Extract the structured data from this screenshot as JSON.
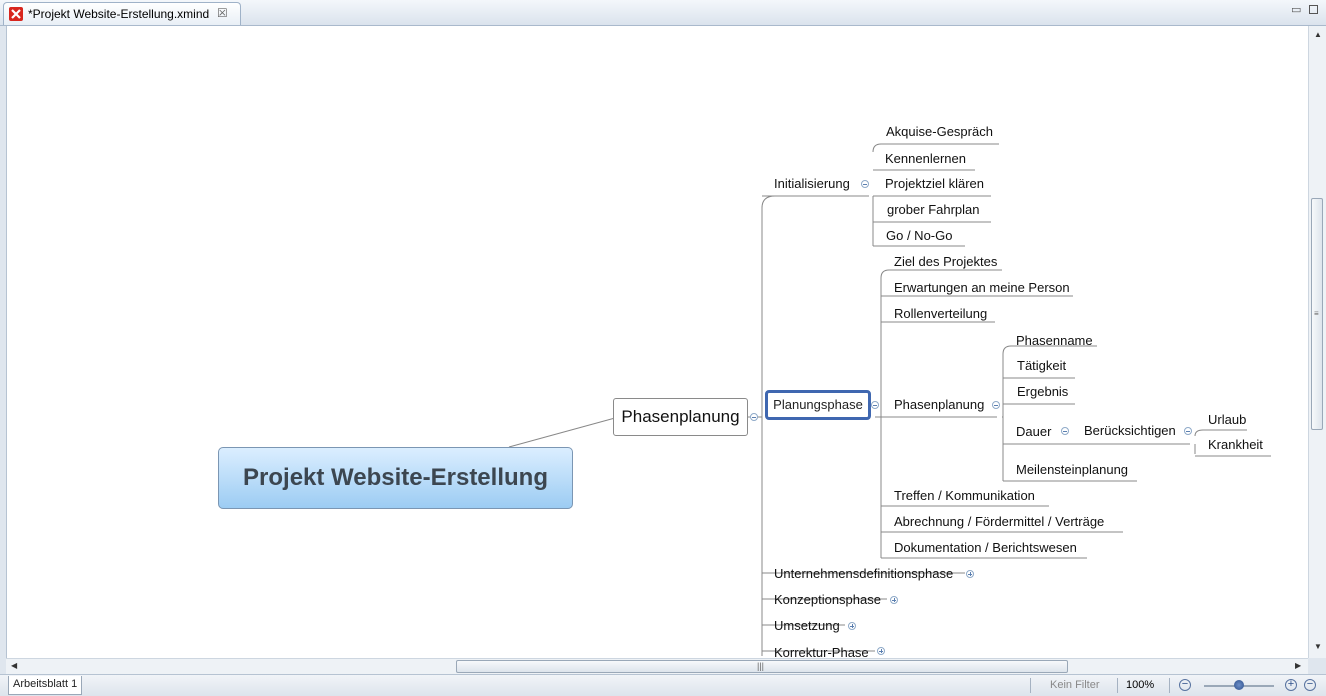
{
  "tab": {
    "title": "*Projekt Website-Erstellung.xmind",
    "close_glyph": "☒"
  },
  "window": {
    "minimize_glyph": "▭"
  },
  "mindmap": {
    "central": "Projekt Website-Erstellung",
    "main": "Phasenplanung",
    "phases": {
      "initialisierung": "Initialisierung",
      "planungsphase": "Planungsphase",
      "unternehmensdefinition": "Unternehmensdefinitionsphase",
      "konzeption": "Konzeptionsphase",
      "umsetzung": "Umsetzung",
      "korrektur": "Korrektur-Phase"
    },
    "initialisierung_items": [
      "Akquise-Gespräch",
      "Kennenlernen",
      "Projektziel klären",
      "grober Fahrplan",
      "Go / No-Go"
    ],
    "planung_items": {
      "ziel": "Ziel des Projektes",
      "erwartungen": "Erwartungen an meine Person",
      "rollen": "Rollenverteilung",
      "phasenplanung": "Phasenplanung",
      "treffen": "Treffen / Kommunikation",
      "abrechnung": "Abrechnung / Fördermittel / Verträge",
      "dokumentation": "Dokumentation / Berichtswesen"
    },
    "phasenplanung_items": {
      "phasenname": "Phasenname",
      "taetigkeit": "Tätigkeit",
      "ergebnis": "Ergebnis",
      "dauer": "Dauer",
      "meilenstein": "Meilensteinplanung"
    },
    "beruecksichtigen": "Berücksichtigen",
    "beruecksichtigen_items": [
      "Urlaub",
      "Krankheit"
    ]
  },
  "scrollbars": {
    "grip": "≡",
    "hgrip": "|||"
  },
  "status": {
    "sheet": "Arbeitsblatt 1",
    "filter": "Kein Filter",
    "zoom": "100%",
    "zoom_out": "−",
    "zoom_in": "+"
  }
}
